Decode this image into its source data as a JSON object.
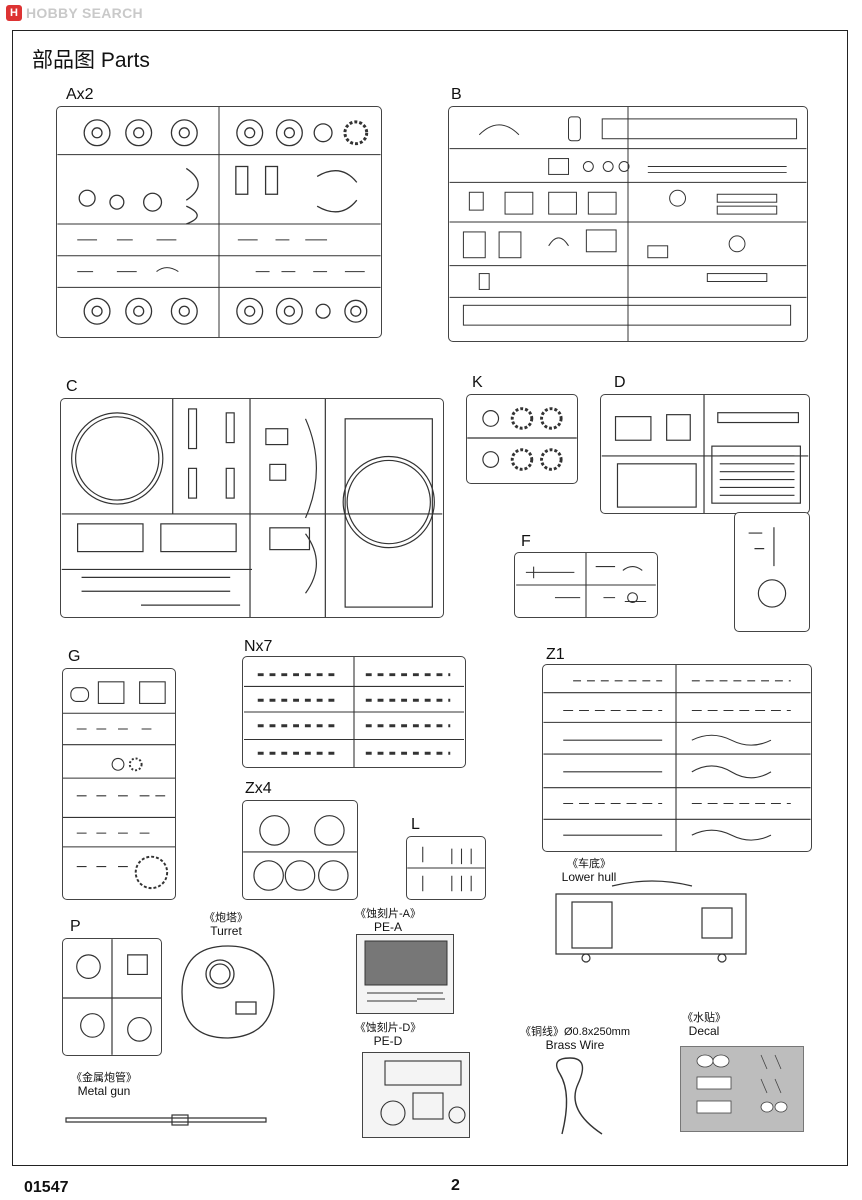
{
  "watermark": {
    "logo": "H",
    "text": "HOBBY SEARCH"
  },
  "page_title": "部品图  Parts",
  "sprues": {
    "a": {
      "label": "Ax2"
    },
    "b": {
      "label": "B"
    },
    "c": {
      "label": "C"
    },
    "k": {
      "label": "K"
    },
    "d": {
      "label": "D"
    },
    "f": {
      "label": "F"
    },
    "g": {
      "label": "G"
    },
    "n": {
      "label": "Nx7"
    },
    "z1": {
      "label": "Z1"
    },
    "zx4": {
      "label": "Zx4"
    },
    "l": {
      "label": "L"
    },
    "p": {
      "label": "P"
    }
  },
  "captions": {
    "lower_hull": {
      "cn": "《车底》",
      "en": "Lower hull"
    },
    "turret": {
      "cn": "《炮塔》",
      "en": "Turret"
    },
    "pe_a": {
      "cn": "《蚀刻片-A》",
      "en": "PE-A"
    },
    "pe_d": {
      "cn": "《蚀刻片-D》",
      "en": "PE-D"
    },
    "brass_wire": {
      "cn": "《铜线》Ø0.8x250mm",
      "en": "Brass Wire"
    },
    "decal": {
      "cn": "《水贴》",
      "en": "Decal"
    },
    "metal_gun": {
      "cn": "《金属炮管》",
      "en": "Metal gun"
    }
  },
  "footer": {
    "code": "01547",
    "page": "2"
  }
}
